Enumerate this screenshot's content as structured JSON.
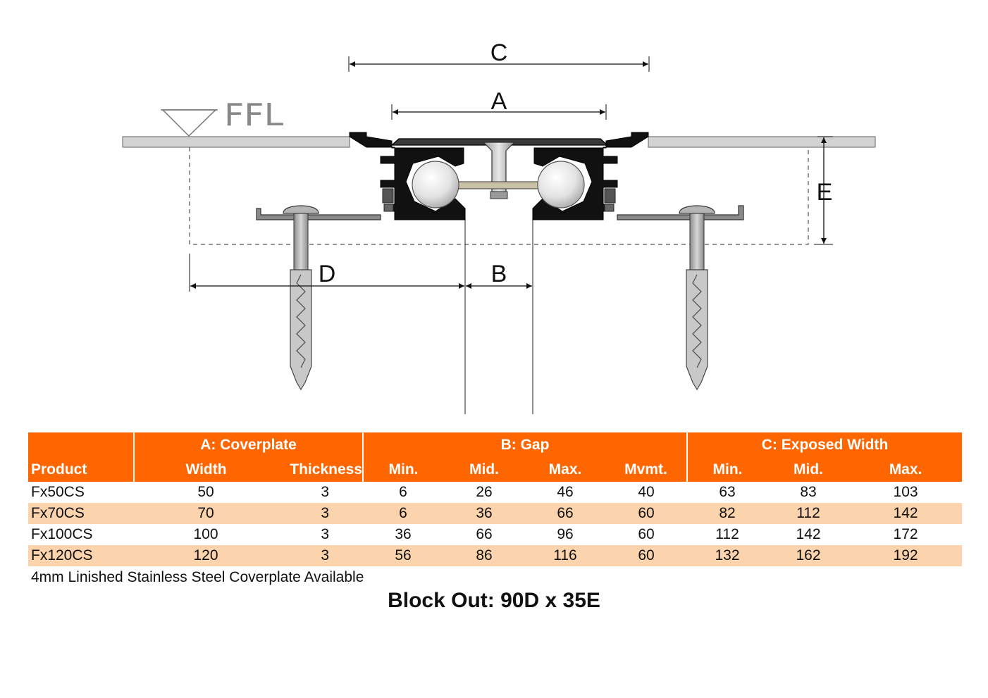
{
  "drawing": {
    "ffl_label": "FFL",
    "dimension_labels": {
      "a": "A",
      "b": "B",
      "c": "C",
      "d": "D",
      "e": "E"
    }
  },
  "table": {
    "product_header": "Product",
    "groups": [
      {
        "label": "A: Coverplate",
        "columns": [
          "Width",
          "Thickness"
        ]
      },
      {
        "label": "B: Gap",
        "columns": [
          "Min.",
          "Mid.",
          "Max.",
          "Mvmt."
        ]
      },
      {
        "label": "C: Exposed Width",
        "columns": [
          "Min.",
          "Mid.",
          "Max."
        ]
      }
    ],
    "rows": [
      [
        "Fx50CS",
        "50",
        "3",
        "6",
        "26",
        "46",
        "40",
        "63",
        "83",
        "103"
      ],
      [
        "Fx70CS",
        "70",
        "3",
        "6",
        "36",
        "66",
        "60",
        "82",
        "112",
        "142"
      ],
      [
        "Fx100CS",
        "100",
        "3",
        "36",
        "66",
        "96",
        "60",
        "112",
        "142",
        "172"
      ],
      [
        "Fx120CS",
        "120",
        "3",
        "56",
        "86",
        "116",
        "60",
        "132",
        "162",
        "192"
      ]
    ]
  },
  "note": "4mm Linished Stainless Steel Coverplate Available",
  "block_out": "Block Out: 90D x 35E",
  "colors": {
    "header": "#ff6600",
    "alt_row": "#fbd3ac"
  }
}
